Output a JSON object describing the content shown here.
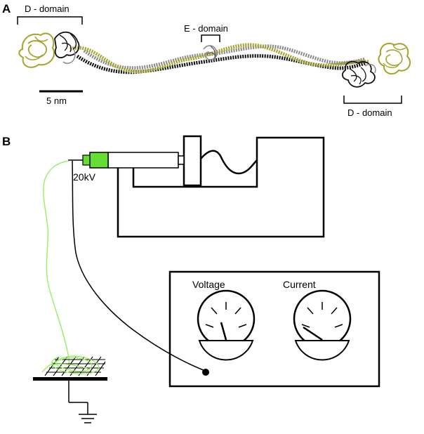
{
  "panel_a": {
    "label": "A",
    "d_domain_left": "D - domain",
    "e_domain": "E - domain",
    "d_domain_right": "D - domain",
    "scale_bar": "5 nm"
  },
  "panel_b": {
    "label": "B",
    "voltage_label": "20kV",
    "meter_voltage": "Voltage",
    "meter_current": "Current"
  },
  "colors": {
    "olive": "#a4a42a",
    "black": "#111111",
    "gray": "#888888",
    "green": "#66dd33",
    "light_green": "#99ee66"
  }
}
